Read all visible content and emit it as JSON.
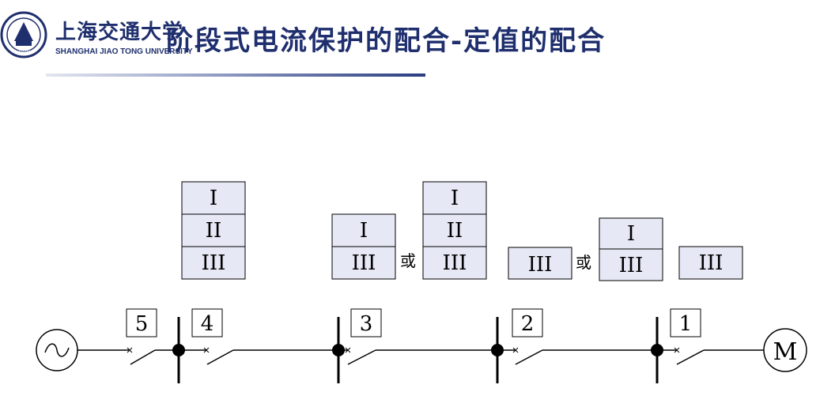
{
  "header": {
    "university_cn": "上海交通大学",
    "university_en": "SHANGHAI  JIAO TONG  UNIVERSITY",
    "title": "阶段式电流保护的配合-定值的配合",
    "logo_year": "1896"
  },
  "diagram": {
    "protection_stacks": [
      {
        "id": "stack-4",
        "labels": [
          "I",
          "II",
          "III"
        ]
      },
      {
        "id": "stack-3a",
        "labels": [
          "I",
          "III"
        ]
      },
      {
        "id": "stack-3b",
        "labels": [
          "I",
          "II",
          "III"
        ]
      },
      {
        "id": "stack-2a",
        "labels": [
          "III"
        ]
      },
      {
        "id": "stack-2b",
        "labels": [
          "I",
          "III"
        ]
      },
      {
        "id": "stack-1",
        "labels": [
          "III"
        ]
      }
    ],
    "or_label": "或",
    "breaker_numbers": [
      "5",
      "4",
      "3",
      "2",
      "1"
    ],
    "motor_label": "M"
  },
  "colors": {
    "box_fill": "#e6e8f5",
    "line": "#000000",
    "title": "#1f2f6e"
  }
}
